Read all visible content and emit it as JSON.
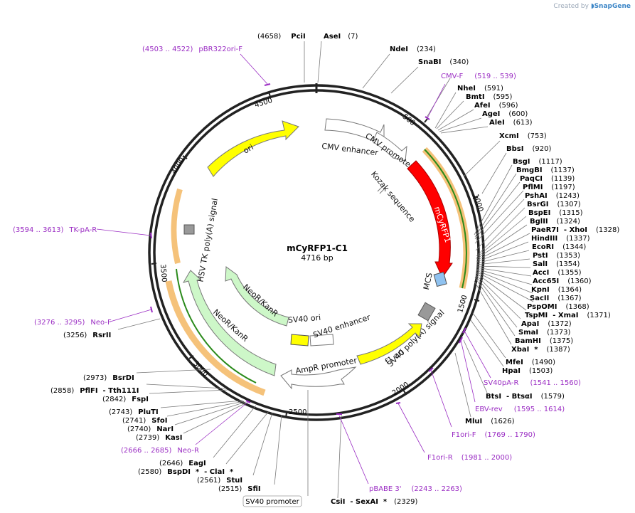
{
  "brand": {
    "prefix": "Created by",
    "name": "SnapGene"
  },
  "plasmid": {
    "name": "mCyRFP1-C1",
    "size": "4716 bp",
    "length": 4716
  },
  "ticks": [
    "500",
    "1000",
    "1500",
    "2000",
    "2500",
    "3000",
    "3500",
    "4000",
    "4500"
  ],
  "features": [
    {
      "label": "CMV enhancer",
      "color": "#ffffff"
    },
    {
      "label": "CMV promoter",
      "color": "#ffffff"
    },
    {
      "label": "Kozak sequence",
      "color": "#ffffff"
    },
    {
      "label": "mCyRFP1",
      "color": "#ff0000"
    },
    {
      "label": "MCS",
      "color": "#8fc2f0"
    },
    {
      "label": "SV40 poly(A) signal",
      "color": "#999999"
    },
    {
      "label": "f1 ori",
      "color": "#ffff00"
    },
    {
      "label": "AmpR promoter",
      "color": "#ffffff"
    },
    {
      "label": "SV40 ori",
      "color": "#ffff00"
    },
    {
      "label": "SV40 enhancer",
      "color": "#ffffff"
    },
    {
      "label": "NeoR/KanR",
      "color": "#cdf7c8"
    },
    {
      "label": "NeoR/KanR",
      "color": "#cdf7c8"
    },
    {
      "label": "HSV TK poly(A) signal",
      "color": "#999999"
    },
    {
      "label": "ori",
      "color": "#ffff00"
    }
  ],
  "sites": [
    {
      "name": "PciI",
      "pos": "(4658)"
    },
    {
      "name": "AseI",
      "pos": "(7)"
    },
    {
      "name": "NdeI",
      "pos": "(234)"
    },
    {
      "name": "SnaBI",
      "pos": "(340)"
    },
    {
      "name": "NheI",
      "pos": "(591)"
    },
    {
      "name": "BmtI",
      "pos": "(595)"
    },
    {
      "name": "AfeI",
      "pos": "(596)"
    },
    {
      "name": "AgeI",
      "pos": "(600)"
    },
    {
      "name": "AleI",
      "pos": "(613)"
    },
    {
      "name": "XcmI",
      "pos": "(753)"
    },
    {
      "name": "BbsI",
      "pos": "(920)"
    },
    {
      "name": "BsgI",
      "pos": "(1117)"
    },
    {
      "name": "BmgBI",
      "pos": "(1137)"
    },
    {
      "name": "PaqCI",
      "pos": "(1139)"
    },
    {
      "name": "PflMI",
      "pos": "(1197)"
    },
    {
      "name": "PshAI",
      "pos": "(1243)"
    },
    {
      "name": "BsrGI",
      "pos": "(1307)"
    },
    {
      "name": "BspEI",
      "pos": "(1315)"
    },
    {
      "name": "BglII",
      "pos": "(1324)"
    },
    {
      "name": "PaeR7I  - XhoI",
      "pos": "(1328)"
    },
    {
      "name": "HindIII",
      "pos": "(1337)"
    },
    {
      "name": "EcoRI",
      "pos": "(1344)"
    },
    {
      "name": "PstI",
      "pos": "(1353)"
    },
    {
      "name": "SalI",
      "pos": "(1354)"
    },
    {
      "name": "AccI",
      "pos": "(1355)"
    },
    {
      "name": "Acc65I",
      "pos": "(1360)"
    },
    {
      "name": "KpnI",
      "pos": "(1364)"
    },
    {
      "name": "SacII",
      "pos": "(1367)"
    },
    {
      "name": "PspOMI",
      "pos": "(1368)"
    },
    {
      "name": "TspMI  - XmaI",
      "pos": "(1371)"
    },
    {
      "name": "ApaI",
      "pos": "(1372)"
    },
    {
      "name": "SmaI",
      "pos": "(1373)"
    },
    {
      "name": "BamHI",
      "pos": "(1375)"
    },
    {
      "name": "XbaI  *",
      "pos": "(1387)"
    },
    {
      "name": "MfeI",
      "pos": "(1490)"
    },
    {
      "name": "HpaI",
      "pos": "(1503)"
    },
    {
      "name": "BtsI  - BtsαI",
      "pos": "(1579)"
    },
    {
      "name": "MluI",
      "pos": "(1626)"
    },
    {
      "name": "CsiI  - SexAI  *",
      "pos": "(2329)"
    },
    {
      "name": "SfiI",
      "pos": "(2515)"
    },
    {
      "name": "StuI",
      "pos": "(2561)"
    },
    {
      "name": "BspDI  *  - ClaI  *",
      "pos": "(2580)"
    },
    {
      "name": "EagI",
      "pos": "(2646)"
    },
    {
      "name": "KasI",
      "pos": "(2739)"
    },
    {
      "name": "NarI",
      "pos": "(2740)"
    },
    {
      "name": "SfoI",
      "pos": "(2741)"
    },
    {
      "name": "PluTI",
      "pos": "(2743)"
    },
    {
      "name": "FspI",
      "pos": "(2842)"
    },
    {
      "name": "PflFI  - Tth111I",
      "pos": "(2858)"
    },
    {
      "name": "BsrDI",
      "pos": "(2973)"
    },
    {
      "name": "RsrII",
      "pos": "(3256)"
    }
  ],
  "primers": [
    {
      "name": "pBR322ori-F",
      "range": "(4503 .. 4522)"
    },
    {
      "name": "CMV-F",
      "range": "(519 .. 539)"
    },
    {
      "name": "SV40pA-R",
      "range": "(1541 .. 1560)"
    },
    {
      "name": "EBV-rev",
      "range": "(1595 .. 1614)"
    },
    {
      "name": "F1ori-F",
      "range": "(1769 .. 1790)"
    },
    {
      "name": "F1ori-R",
      "range": "(1981 .. 2000)"
    },
    {
      "name": "pBABE 3'",
      "range": "(2243 .. 2263)"
    },
    {
      "name": "Neo-R",
      "range": "(2666 .. 2685)"
    },
    {
      "name": "Neo-F",
      "range": "(3276 .. 3295)"
    },
    {
      "name": "TK-pA-R",
      "range": "(3594 .. 3613)"
    }
  ],
  "boxed_label": "SV40 promoter"
}
